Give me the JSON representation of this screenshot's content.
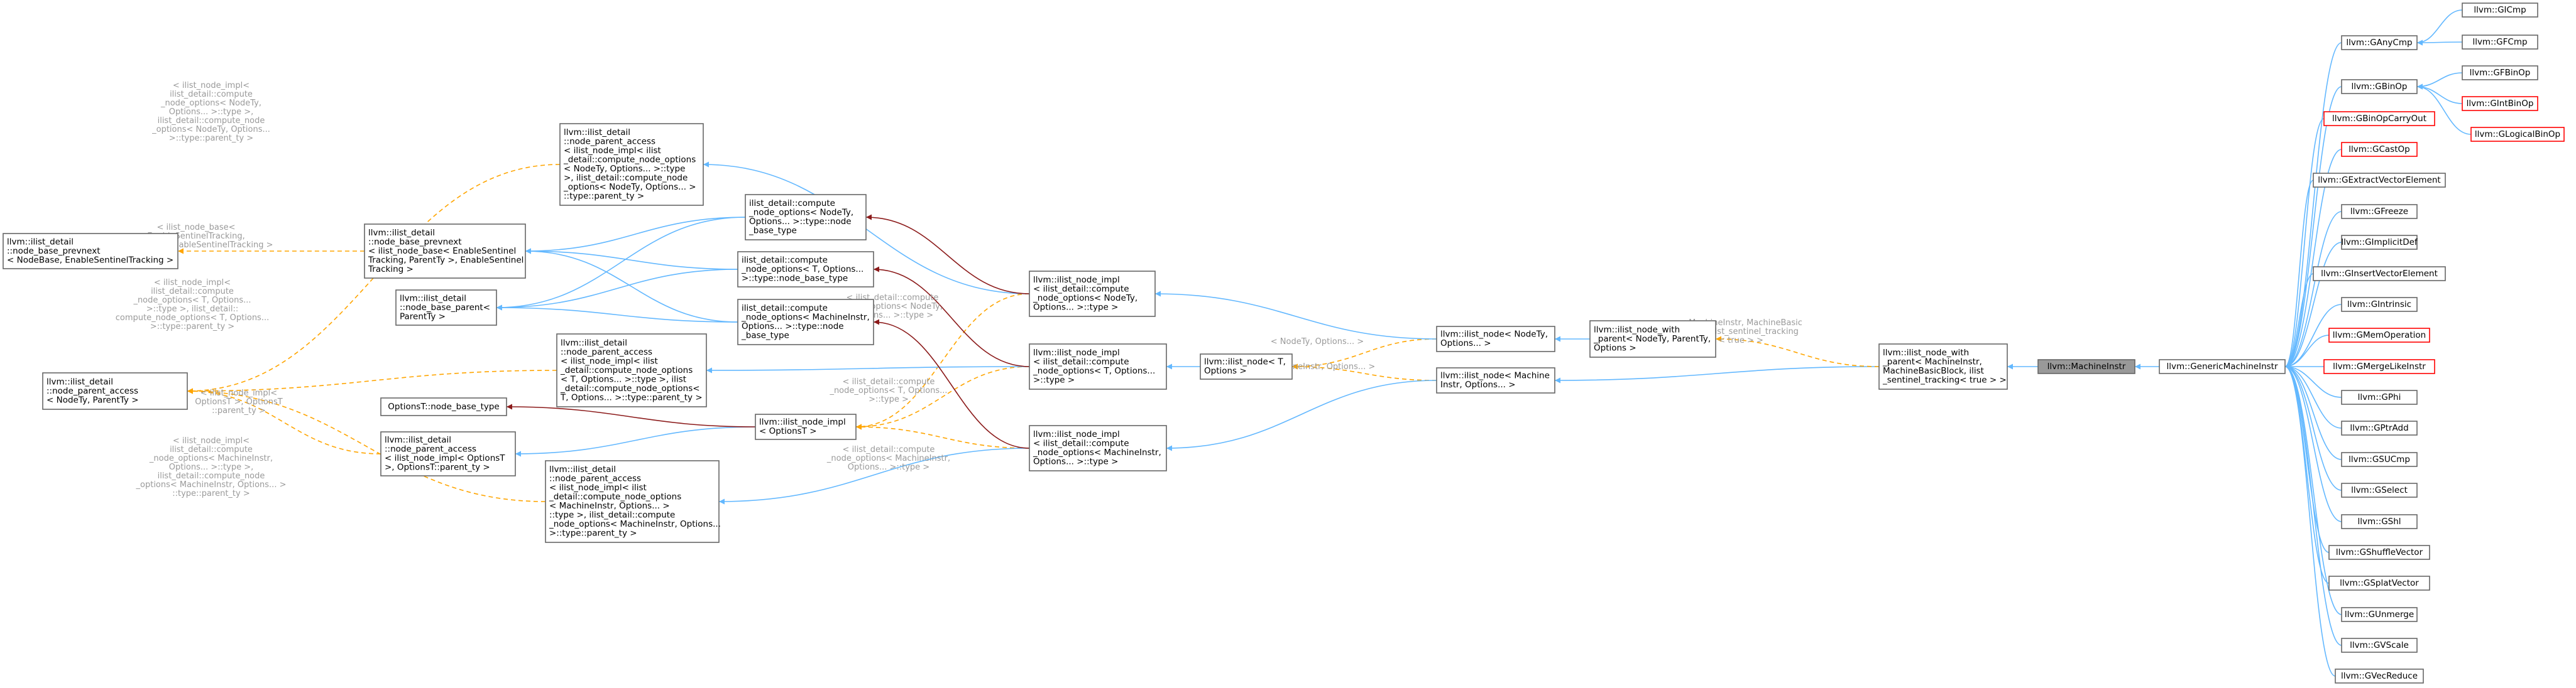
{
  "colors": {
    "inherit_edge": "#63b8ff",
    "template_edge": "#ffa500",
    "usage_edge": "#8b1a1a",
    "node_border": "#666666",
    "undocumented_border": "#ff0000",
    "focus_fill": "#999999",
    "edge_label_text": "#9a9a9a"
  },
  "nodes": {
    "n_prevnext_base": [
      "llvm::ilist_detail",
      "::node_base_prevnext",
      "< NodeBase, EnableSentinelTracking >"
    ],
    "n_parent_access_base": [
      "llvm::ilist_detail",
      "::node_parent_access",
      "< NodeTy, ParentTy >"
    ],
    "n_npa_top": [
      "llvm::ilist_detail",
      "::node_parent_access",
      "< ilist_node_impl< ilist",
      "_detail::compute_node_options",
      "< NodeTy, Options... >::type",
      ">, ilist_detail::compute_node",
      "_options< NodeTy, Options... >",
      "::type::parent_ty >"
    ],
    "n_nbp": [
      "llvm::ilist_detail",
      "::node_base_prevnext",
      "< ilist_node_base< EnableSentinel",
      "Tracking, ParentTy >, EnableSentinel",
      "Tracking >"
    ],
    "n_node_base_parent": [
      "llvm::ilist_detail",
      "::node_base_parent<",
      "ParentTy >"
    ],
    "n_cno_nodety": [
      "ilist_detail::compute",
      "_node_options< NodeTy,",
      "Options... >::type::node",
      "_base_type"
    ],
    "n_cno_t": [
      "ilist_detail::compute",
      "_node_options< T, Options...",
      ">::type::node_base_type"
    ],
    "n_cno_mi": [
      "ilist_detail::compute",
      "_node_options< MachineInstr,",
      "Options... >::type::node",
      "_base_type"
    ],
    "n_npa_mid": [
      "llvm::ilist_detail",
      "::node_parent_access",
      "< ilist_node_impl< ilist",
      "_detail::compute_node_options",
      "< T, Options... >::type >, ilist",
      "_detail::compute_node_options<",
      "T, Options... >::type::parent_ty >"
    ],
    "n_optionst": [
      "OptionsT::node_base_type"
    ],
    "n_npa_optionst": [
      "llvm::ilist_detail",
      "::node_parent_access",
      "< ilist_node_impl< OptionsT",
      ">, OptionsT::parent_ty >"
    ],
    "n_npa_bottom": [
      "llvm::ilist_detail",
      "::node_parent_access",
      "< ilist_node_impl< ilist",
      "_detail::compute_node_options",
      "< MachineInstr, Options... >",
      "::type >, ilist_detail::compute",
      "_node_options< MachineInstr, Options...",
      ">::type::parent_ty >"
    ],
    "n_impl_optionst": [
      "llvm::ilist_node_impl",
      "< OptionsT >"
    ],
    "n_impl_nodety": [
      "llvm::ilist_node_impl",
      "< ilist_detail::compute",
      "_node_options< NodeTy,",
      "Options... >::type >"
    ],
    "n_impl_t": [
      "llvm::ilist_node_impl",
      "< ilist_detail::compute",
      "_node_options< T, Options...",
      ">::type >"
    ],
    "n_impl_mi": [
      "llvm::ilist_node_impl",
      "< ilist_detail::compute",
      "_node_options< MachineInstr,",
      "Options... >::type >"
    ],
    "n_ilist_node_t": [
      "llvm::ilist_node< T,",
      "Options >"
    ],
    "n_ilist_node_nodety": [
      "llvm::ilist_node< NodeTy,",
      "Options... >"
    ],
    "n_ilist_node_mi": [
      "llvm::ilist_node< Machine",
      "Instr, Options... >"
    ],
    "n_with_parent_nodety": [
      "llvm::ilist_node_with",
      "_parent< NodeTy, ParentTy,",
      "Options >"
    ],
    "n_with_parent_mi": [
      "llvm::ilist_node_with",
      "_parent< MachineInstr,",
      "MachineBasicBlock, ilist",
      "_sentinel_tracking< true > >"
    ],
    "n_machineinstr": [
      "llvm::MachineInstr"
    ],
    "n_generic": [
      "llvm::GenericMachineInstr"
    ],
    "n_ganycmp": [
      "llvm::GAnyCmp"
    ],
    "n_gicmp": [
      "llvm::GICmp"
    ],
    "n_gfcmp": [
      "llvm::GFCmp"
    ],
    "n_gbinop": [
      "llvm::GBinOp"
    ],
    "n_gfbinop": [
      "llvm::GFBinOp"
    ],
    "n_gintbinop": [
      "llvm::GIntBinOp"
    ],
    "n_glogicalbinop": [
      "llvm::GLogicalBinOp"
    ],
    "n_gbinopcarryout": [
      "llvm::GBinOpCarryOut"
    ],
    "n_gcastop": [
      "llvm::GCastOp"
    ],
    "n_gextract": [
      "llvm::GExtractVectorElement"
    ],
    "n_gfreeze": [
      "llvm::GFreeze"
    ],
    "n_gimplicitdef": [
      "llvm::GImplicitDef"
    ],
    "n_ginsert": [
      "llvm::GInsertVectorElement"
    ],
    "n_gintrinsic": [
      "llvm::GIntrinsic"
    ],
    "n_gmemop": [
      "llvm::GMemOperation"
    ],
    "n_gmergelike": [
      "llvm::GMergeLikeInstr"
    ],
    "n_gphi": [
      "llvm::GPhi"
    ],
    "n_gptradd": [
      "llvm::GPtrAdd"
    ],
    "n_gsucmp": [
      "llvm::GSUCmp"
    ],
    "n_gselect": [
      "llvm::GSelect"
    ],
    "n_gshl": [
      "llvm::GShl"
    ],
    "n_gshufflevector": [
      "llvm::GShuffleVector"
    ],
    "n_gsplatvector": [
      "llvm::GSplatVector"
    ],
    "n_gunmerge": [
      "llvm::GUnmerge"
    ],
    "n_gvscale": [
      "llvm::GVScale"
    ],
    "n_gvecreduce": [
      "llvm::GVecReduce"
    ]
  },
  "edge_labels": {
    "l_top_left": [
      "< ilist_node_impl<",
      "ilist_detail::compute",
      "_node_options< NodeTy,",
      "Options... >::type >,",
      "ilist_detail::compute_node",
      "_options< NodeTy, Options...",
      ">::type::parent_ty >"
    ],
    "l_node_base": [
      "< ilist_node_base<",
      "EnableSentinelTracking,",
      "ParentTy >, EnableSentinelTracking >"
    ],
    "l_mid_left": [
      "< ilist_node_impl<",
      "ilist_detail::compute",
      "_node_options< T, Options...",
      ">::type >, ilist_detail::",
      "compute_node_options< T, Options...",
      ">::type::parent_ty >"
    ],
    "l_optionst": [
      "< ilist_node_impl<",
      "OptionsT >, OptionsT",
      "::parent_ty >"
    ],
    "l_bottom_left": [
      "< ilist_node_impl<",
      "ilist_detail::compute",
      "_node_options< MachineInstr,",
      "Options... >::type >,",
      "ilist_detail::compute_node",
      "_options< MachineInstr, Options... >",
      "::type::parent_ty >"
    ],
    "l_nodety_opts": [
      "< ilist_detail::compute",
      "_node_options< NodeTy,",
      "Options... >::type >"
    ],
    "l_t_opts": [
      "< ilist_detail::compute",
      "_node_options< T, Options...",
      ">::type >"
    ],
    "l_mi_opts": [
      "< ilist_detail::compute",
      "_node_options< MachineInstr,",
      "Options... >::type >"
    ],
    "l_nodety": [
      "< NodeTy, Options... >"
    ],
    "l_machineinstr": [
      "< MachineInstr, Options... >"
    ],
    "l_with_parent": [
      "< MachineInstr, MachineBasic",
      "Block, ilist_sentinel_tracking",
      "< true > >"
    ]
  }
}
